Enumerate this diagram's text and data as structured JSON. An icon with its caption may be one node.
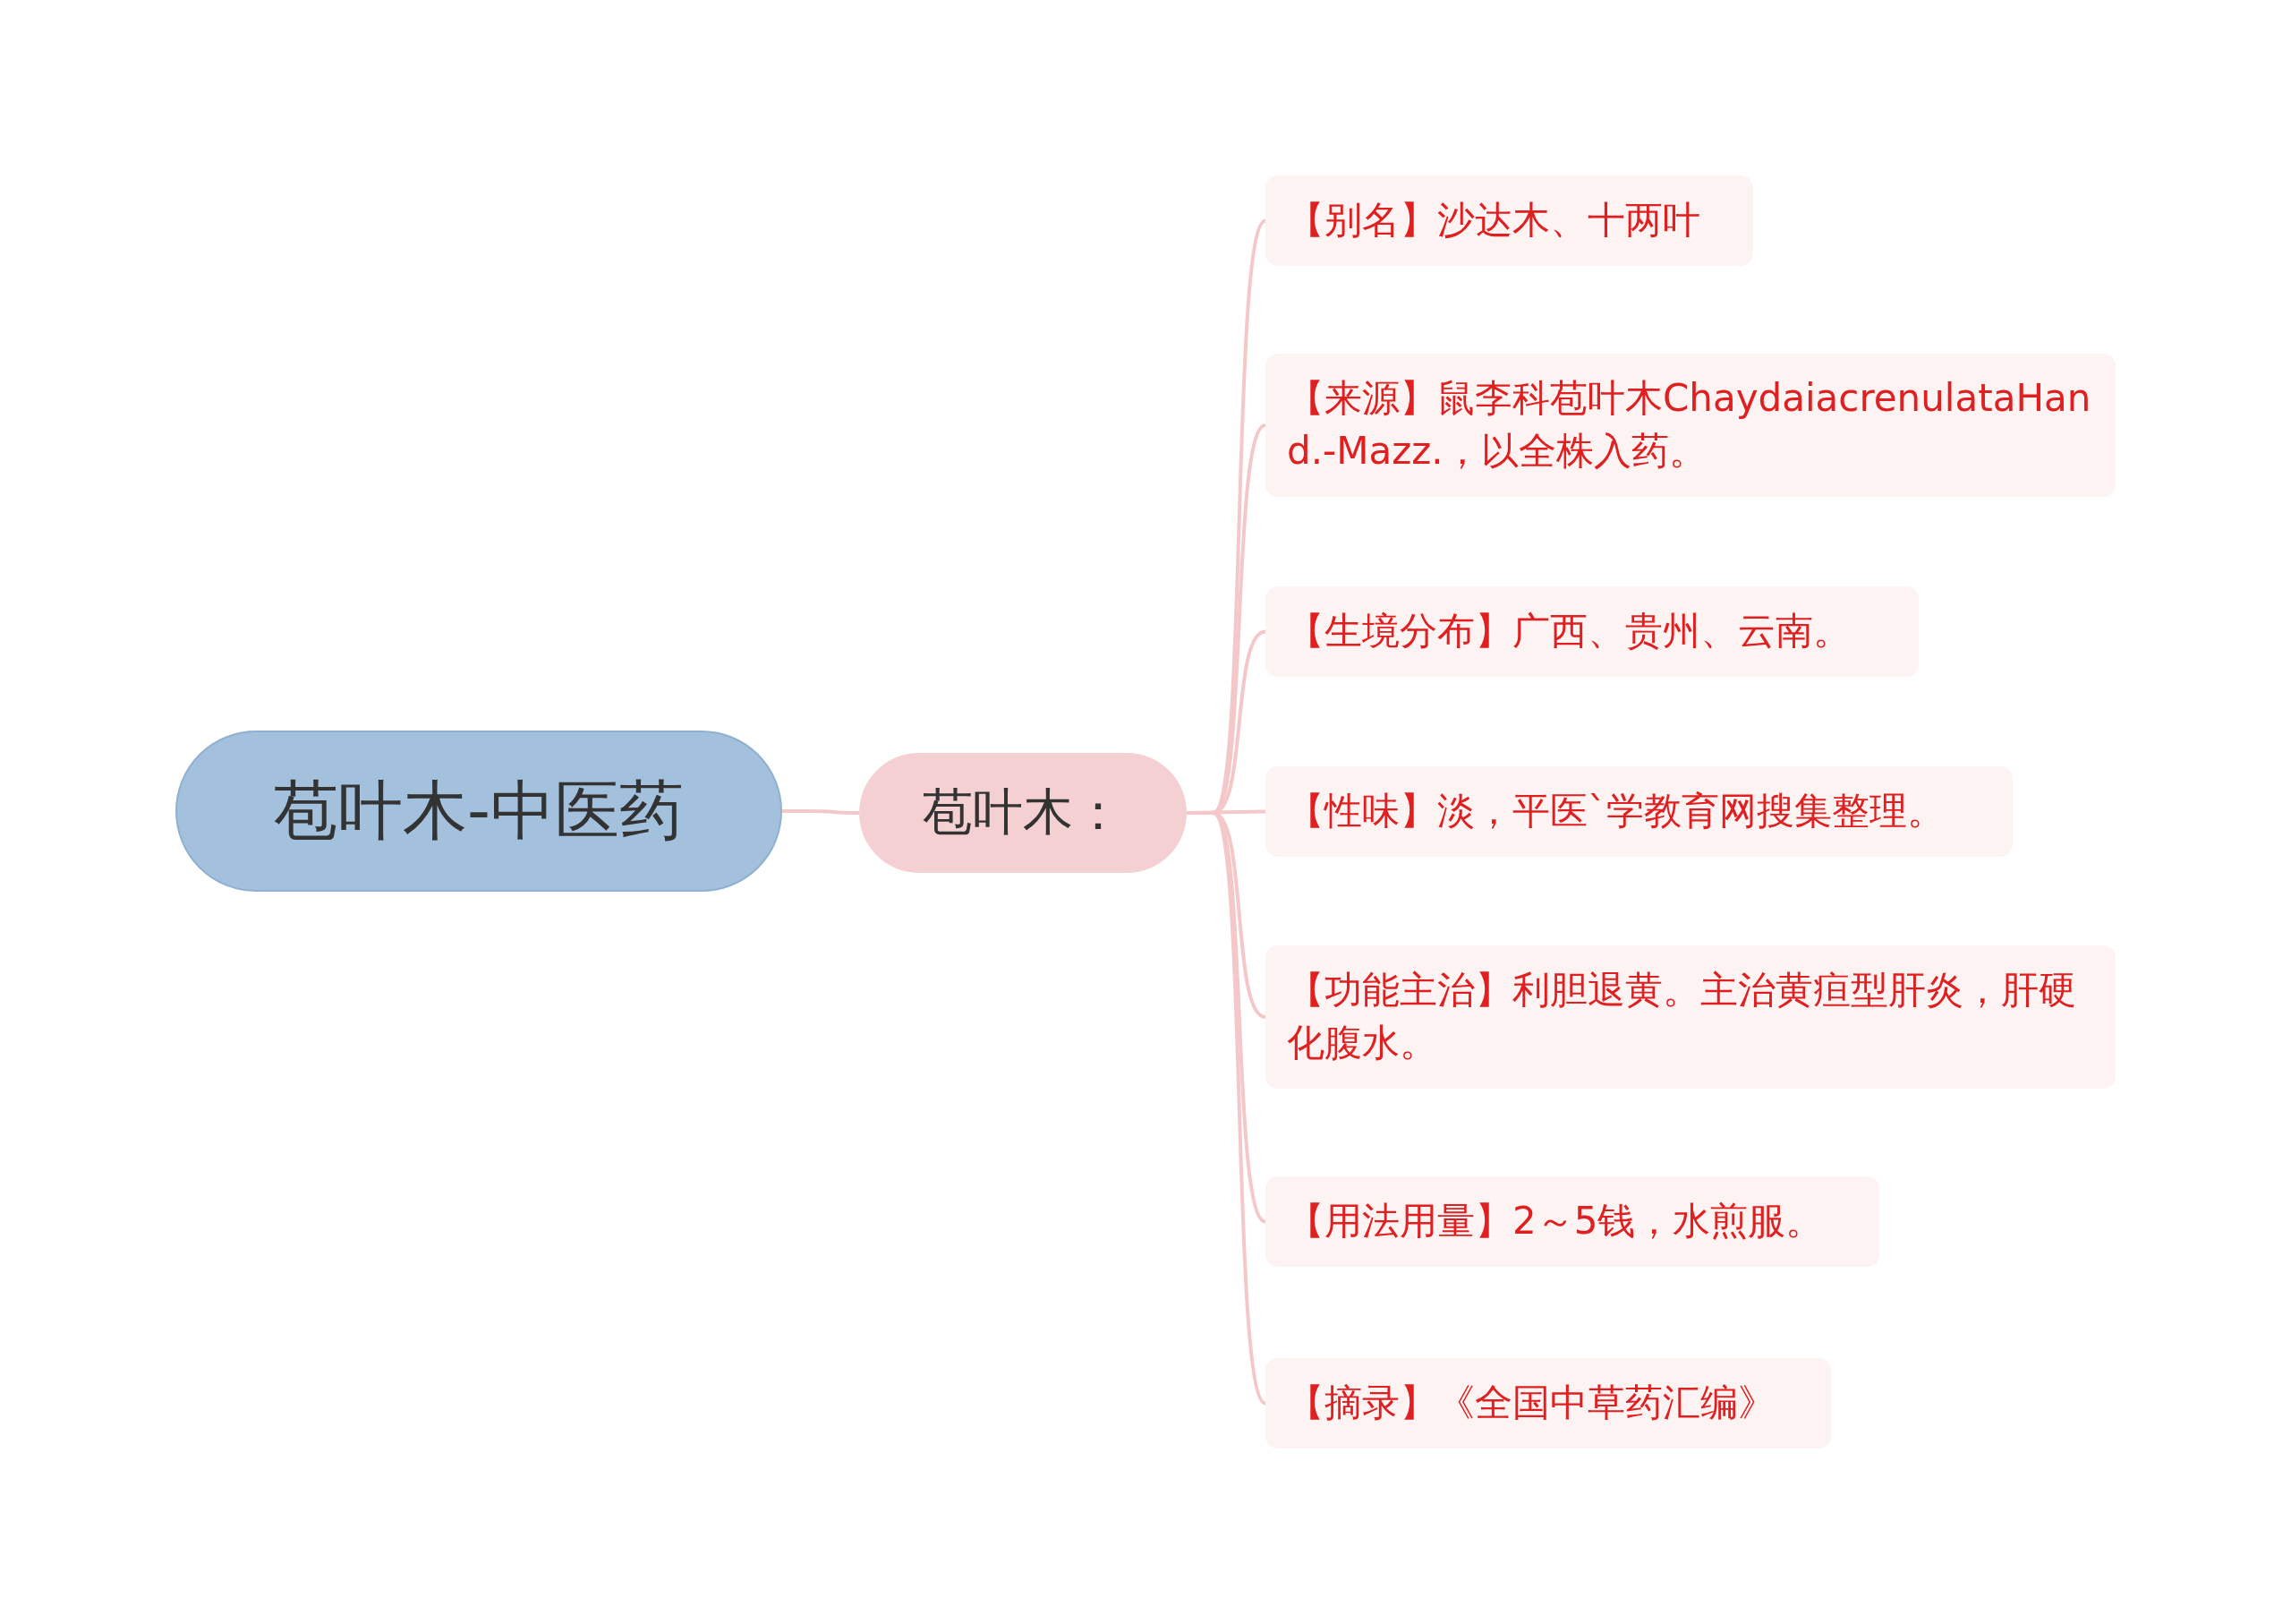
{
  "diagram": {
    "nodes": [
      {
        "text": [
          "苞叶木-中医药"
        ]
      },
      {
        "text": [
          "苞叶木："
        ]
      },
      {
        "text": [
          "【别名】沙达木、十两叶"
        ]
      },
      {
        "text": [
          "【来源】鼠李科苞叶木ChaydaiacrenulataHand.-Mazz.，以全株入药。"
        ]
      },
      {
        "text": [
          "【生境分布】广西、贵州、云南。"
        ]
      },
      {
        "text": [
          "【性味】淡，平医`学教育网搜集整理。"
        ]
      },
      {
        "text": [
          "【功能主治】利胆退黄。主治黄疸型肝炎，肝硬化腹水。"
        ]
      },
      {
        "text": [
          "【用法用量】2～5钱，水煎服。"
        ]
      },
      {
        "text": [
          "【摘录】《全国中草药汇编》"
        ]
      }
    ],
    "edges": [
      {
        "from": 0,
        "to": 1,
        "arrow": "none"
      },
      {
        "from": 1,
        "to": 2,
        "arrow": "none"
      },
      {
        "from": 1,
        "to": 3,
        "arrow": "none"
      },
      {
        "from": 1,
        "to": 4,
        "arrow": "none"
      },
      {
        "from": 1,
        "to": 5,
        "arrow": "none"
      },
      {
        "from": 1,
        "to": 6,
        "arrow": "none"
      },
      {
        "from": 1,
        "to": 7,
        "arrow": "none"
      },
      {
        "from": 1,
        "to": 8,
        "arrow": "none"
      }
    ]
  }
}
